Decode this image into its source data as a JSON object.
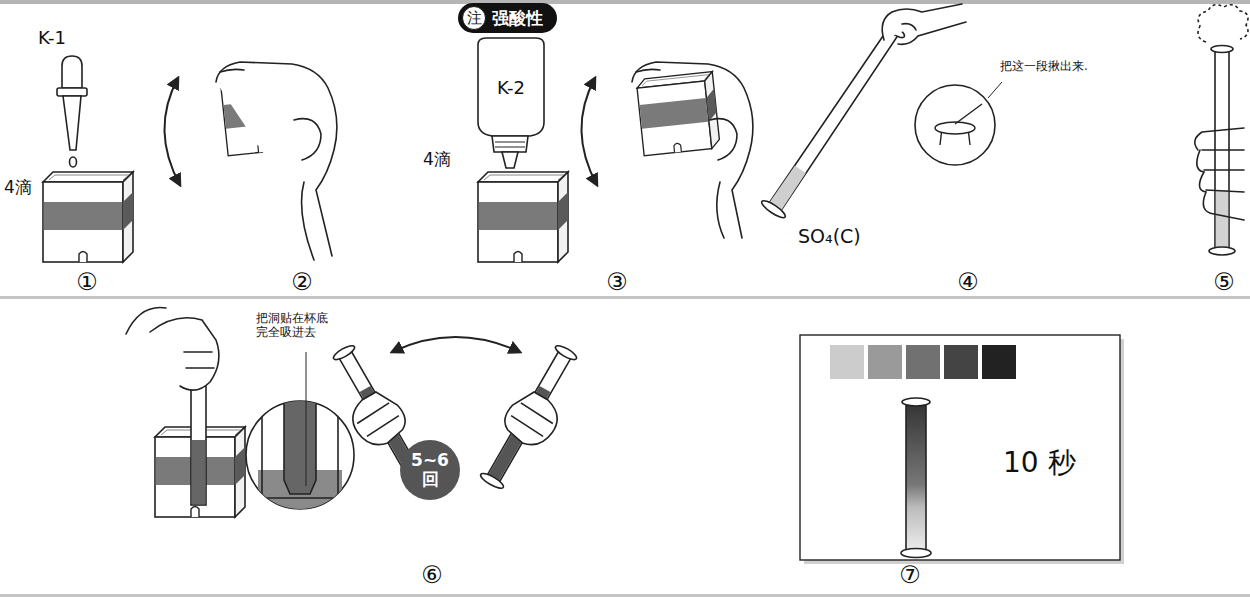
{
  "diagram": {
    "nodes": [
      {
        "text": [
          "强酸性"
        ]
      },
      {
        "text": [
          "注"
        ],
        "in": 0
      },
      {
        "text": [
          "5~6 回"
        ]
      }
    ],
    "labels": [
      "K-1",
      "4滴",
      "①",
      "②",
      "K-2",
      "4滴",
      "③",
      "SO₄(C)",
      "把这一段揪出来.",
      "④",
      "⑤",
      "把洞贴在杯底 完全吸进去",
      "⑥",
      "10 秒",
      "⑦"
    ]
  }
}
